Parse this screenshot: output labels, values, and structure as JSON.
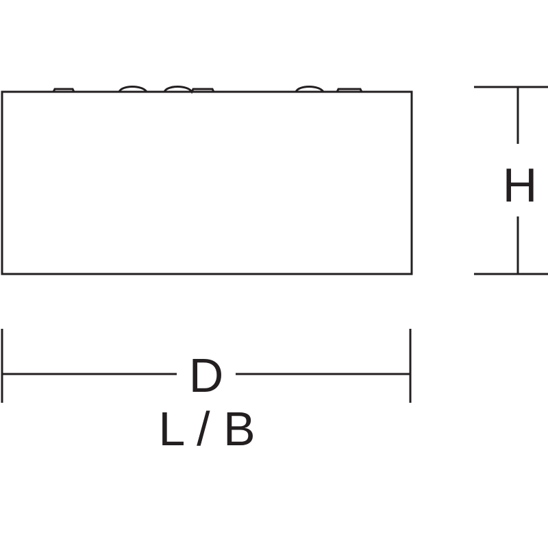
{
  "diagram": {
    "stroke_color": "#231f20",
    "background": "#ffffff",
    "labels": {
      "height": "H",
      "depth": "D",
      "length_width": "L / B"
    }
  }
}
